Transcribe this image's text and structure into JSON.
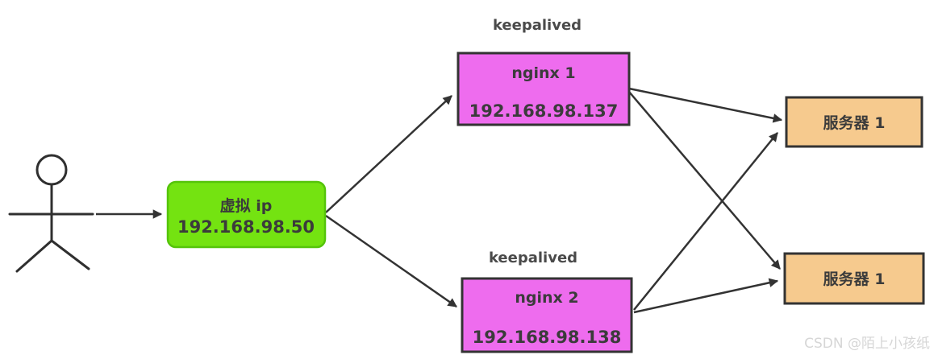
{
  "nodes": {
    "virtual_ip": {
      "title": "虚拟 ip",
      "ip": "192.168.98.50"
    },
    "nginx1": {
      "label": "keepalived",
      "title": "nginx 1",
      "ip": "192.168.98.137"
    },
    "nginx2": {
      "label": "keepalived",
      "title": "nginx 2",
      "ip": "192.168.98.138"
    },
    "server1": {
      "title": "服务器 1"
    },
    "server2": {
      "title": "服务器 1"
    }
  },
  "watermark": "CSDN @陌上小孩纸",
  "colors": {
    "virtual_ip_fill": "#74E311",
    "virtual_ip_border": "#55C40A",
    "nginx_fill": "#EE6CEE",
    "server_fill": "#F6CA8E",
    "line": "#333333",
    "keepalived_text": "#4A4A4A",
    "watermark_text": "#D6D6D6"
  }
}
